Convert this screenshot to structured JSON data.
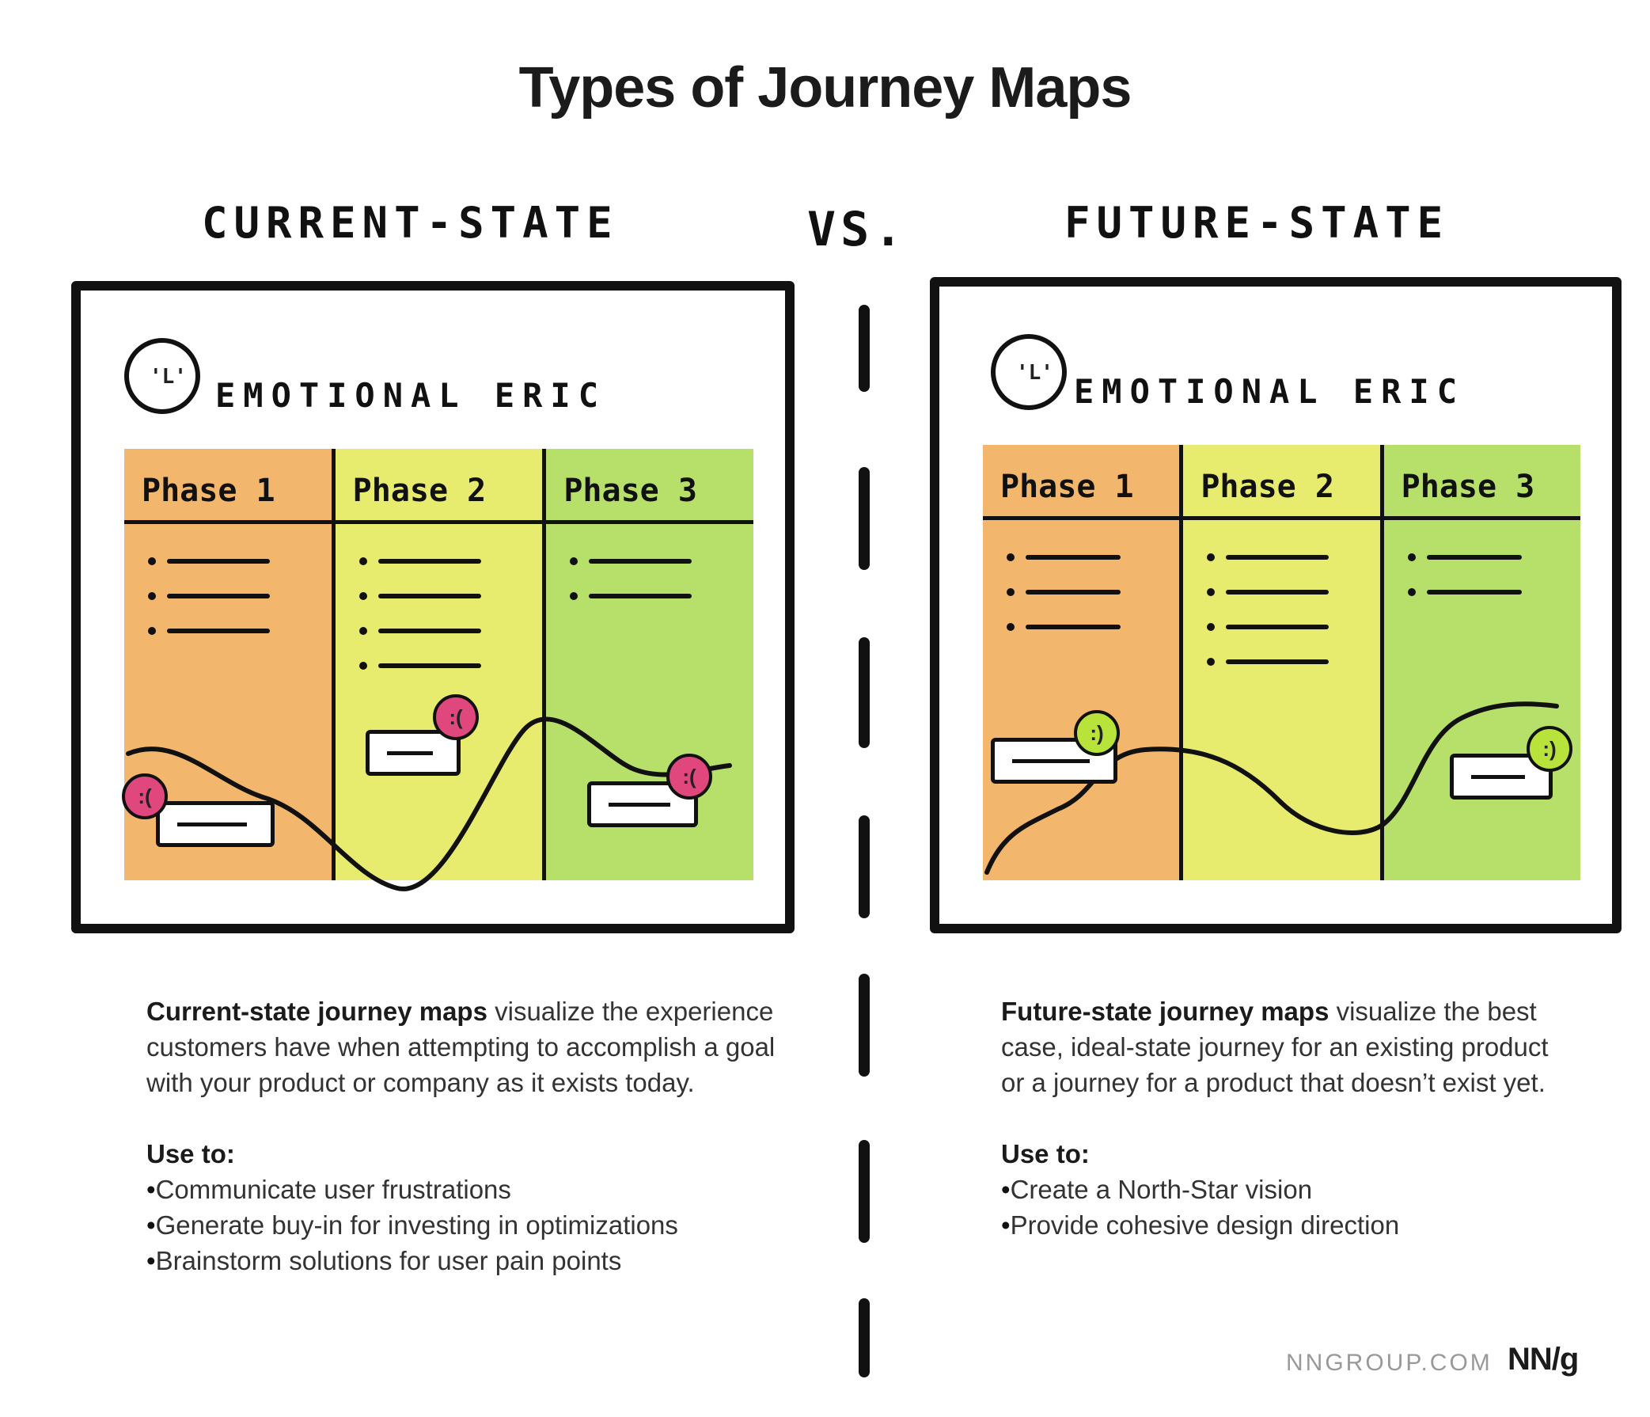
{
  "title": "Types of Journey Maps",
  "vs_label": "VS.",
  "left": {
    "heading": "CURRENT-STATE",
    "emotional_label": "EMOTIONAL ERIC",
    "phases": [
      "Phase 1",
      "Phase 2",
      "Phase 3"
    ],
    "description_bold": "Current-state journey maps",
    "description_rest": " visualize the experience customers have when attempting to accomplish a goal with your product or company as it exists today.",
    "use_heading": "Use to:",
    "uses": [
      "Communicate user frustrations",
      "Generate buy-in for investing in optimizations",
      "Brainstorm solutions for user pain points"
    ],
    "emoji_color": "#e0477c"
  },
  "right": {
    "heading": "FUTURE-STATE",
    "emotional_label": "EMOTIONAL ERIC",
    "phases": [
      "Phase 1",
      "Phase 2",
      "Phase 3"
    ],
    "description_bold": "Future-state journey maps",
    "description_rest": " visualize the best case, ideal-state journey for an existing product or a journey for a product that doesn’t exist yet.",
    "use_heading": "Use to:",
    "uses": [
      "Create a North-Star vision",
      "Provide cohesive design direction"
    ],
    "emoji_color": "#b7e33a"
  },
  "footer": {
    "site": "NNGROUP.COM",
    "logo": "NN/g"
  },
  "colors": {
    "phase1": "#f2b66c",
    "phase2": "#e8ec6e",
    "phase3": "#b6e06a"
  }
}
